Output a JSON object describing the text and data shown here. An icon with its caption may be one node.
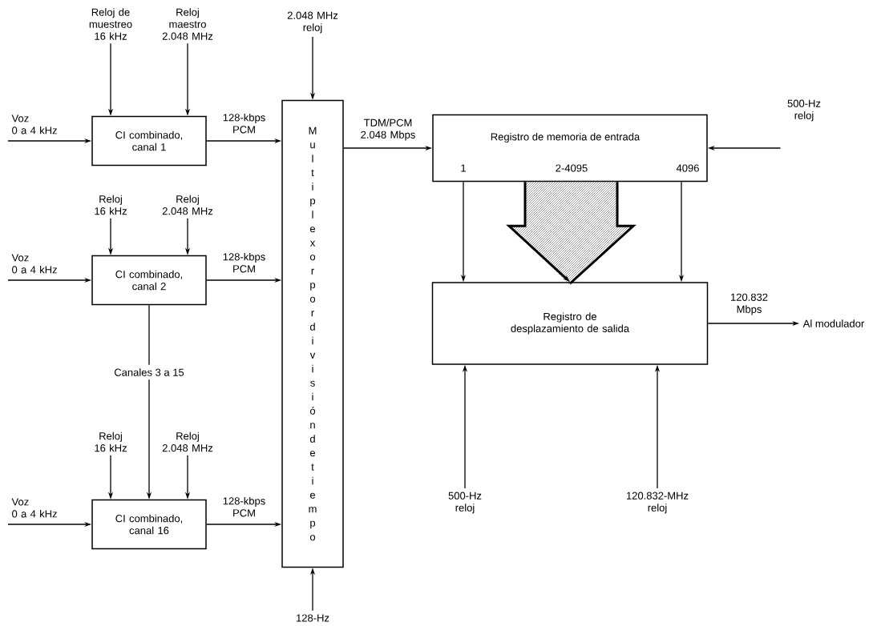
{
  "diagram": {
    "nodes": [
      {
        "text": [
          "CI combinado, canal 1"
        ]
      },
      {
        "text": [
          "CI combinado, canal 2"
        ]
      },
      {
        "text": [
          "CI combinado, canal 16"
        ]
      },
      {
        "text": [
          "Multiplexor por división de tiempo"
        ]
      },
      {
        "text": [
          "Registro de memoria de entrada",
          "1",
          "2-4095",
          "4096"
        ]
      },
      {
        "text": [
          "Registro de desplazamiento de salida"
        ]
      },
      {
        "text": [
          "Reloj de muestreo 16 kHz"
        ]
      },
      {
        "text": [
          "Reloj maestro 2.048 MHz"
        ]
      },
      {
        "text": [
          "Reloj 16 kHz"
        ]
      },
      {
        "text": [
          "Reloj 2.048 MHz"
        ]
      },
      {
        "text": [
          "Canales 3 a 15"
        ]
      },
      {
        "text": [
          "Reloj 16 kHz"
        ]
      },
      {
        "text": [
          "Reloj 2.048 MHz"
        ]
      },
      {
        "text": [
          "2.048 MHz reloj"
        ]
      },
      {
        "text": [
          "128-Hz"
        ]
      },
      {
        "text": [
          "500-Hz reloj"
        ]
      },
      {
        "text": [
          "500-Hz reloj"
        ]
      },
      {
        "text": [
          "120.832-MHz reloj"
        ]
      },
      {
        "text": [
          "Al modulador"
        ]
      }
    ],
    "edges": [
      {
        "from": null,
        "to": 0,
        "arrow": "to",
        "label": "Voz 0 a 4 kHz"
      },
      {
        "from": null,
        "to": 1,
        "arrow": "to",
        "label": "Voz 0 a 4 kHz"
      },
      {
        "from": null,
        "to": 2,
        "arrow": "to",
        "label": "Voz 0 a 4 kHz"
      },
      {
        "from": 6,
        "to": 0,
        "arrow": "to"
      },
      {
        "from": 7,
        "to": 0,
        "arrow": "to"
      },
      {
        "from": 8,
        "to": 1,
        "arrow": "to"
      },
      {
        "from": 9,
        "to": 1,
        "arrow": "to"
      },
      {
        "from": 11,
        "to": 2,
        "arrow": "to"
      },
      {
        "from": 12,
        "to": 2,
        "arrow": "to"
      },
      {
        "from": 1,
        "to": 10,
        "arrow": "none"
      },
      {
        "from": 10,
        "to": 2,
        "arrow": "to"
      },
      {
        "from": 0,
        "to": 3,
        "arrow": "to",
        "label": "128-kbps PCM"
      },
      {
        "from": 1,
        "to": 3,
        "arrow": "to",
        "label": "128-kbps PCM"
      },
      {
        "from": 2,
        "to": 3,
        "arrow": "to",
        "label": "128-kbps PCM"
      },
      {
        "from": 13,
        "to": 3,
        "arrow": "to"
      },
      {
        "from": 14,
        "to": 3,
        "arrow": "to"
      },
      {
        "from": 3,
        "to": 4,
        "arrow": "to",
        "label": "TDM/PCM 2.048 Mbps"
      },
      {
        "from": 15,
        "to": 4,
        "arrow": "to"
      },
      {
        "from": 4,
        "to": 5,
        "arrow": "to"
      },
      {
        "from": 4,
        "to": 5,
        "arrow": "to",
        "style": "thick"
      },
      {
        "from": 4,
        "to": 5,
        "arrow": "to"
      },
      {
        "from": 16,
        "to": 5,
        "arrow": "to"
      },
      {
        "from": 17,
        "to": 5,
        "arrow": "to"
      },
      {
        "from": 5,
        "to": 18,
        "arrow": "to",
        "label": "120.832 Mbps"
      }
    ]
  }
}
